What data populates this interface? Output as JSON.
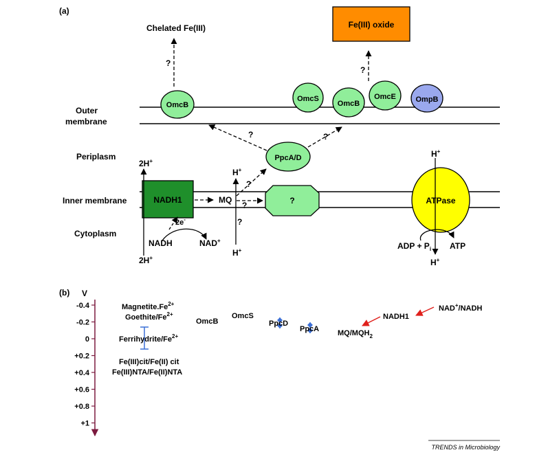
{
  "panel_a": {
    "label": "(a)",
    "regions": {
      "outer_line1": "Outer",
      "outer_line2": "membrane",
      "periplasm": "Periplasm",
      "inner": "Inner membrane",
      "cytoplasm": "Cytoplasm"
    },
    "proteins": {
      "omcb_left": "OmcB",
      "omcs": "OmcS",
      "omcb_right": "OmcB",
      "omce": "OmcE",
      "ompb": "OmpB",
      "ppca_d": "PpcA/D",
      "unknown": "?",
      "atpase": "ATPase",
      "nadh1": "NADH1"
    },
    "labels": {
      "chelated": "Chelated Fe(III)",
      "fe_oxide": "Fe(III) oxide",
      "mq": "MQ",
      "q": "?",
      "h": "H",
      "two_h": "2H",
      "plus": "+",
      "e_label": "2e",
      "minus": "-",
      "nadh": "NADH",
      "nad": "NAD",
      "adp": "ADP + P",
      "adp_sub": "i",
      "atp": "ATP"
    },
    "colors": {
      "light_green": "#90ee9a",
      "dark_green": "#1f8f2b",
      "orange": "#ff8c00",
      "blue": "#9aa8ee",
      "yellow": "#ffff00"
    }
  },
  "panel_b": {
    "label": "(b)",
    "axis_unit": "V",
    "ticks": [
      "-0.4",
      "-0.2",
      "0",
      "+0.2",
      "+0.4",
      "+0.6",
      "+0.8",
      "+1"
    ],
    "couples": {
      "magnetite": "Magnetite.Fe",
      "goethite": "Goethite/Fe",
      "ferrihydrite": "Ferrihydrite/Fe",
      "sup2": "2+",
      "cit": "Fe(III)cit/Fe(II) cit",
      "nta": "Fe(III)NTA/Fe(II)NTA",
      "omcb": "OmcB",
      "omcs": "OmcS",
      "ppcd": "PpcD",
      "ppca": "PpcA",
      "mq_base": "MQ/MQH",
      "mq_sub": "2",
      "nadh1": "NADH1",
      "nad_nad": "/NADH",
      "nad_pre": "NAD",
      "plus": "+"
    },
    "colors": {
      "axis": "#7b1a3e",
      "marker": "#3b6fd6",
      "arrow": "#e0201c"
    }
  },
  "footer": "TRENDS in Microbiology"
}
